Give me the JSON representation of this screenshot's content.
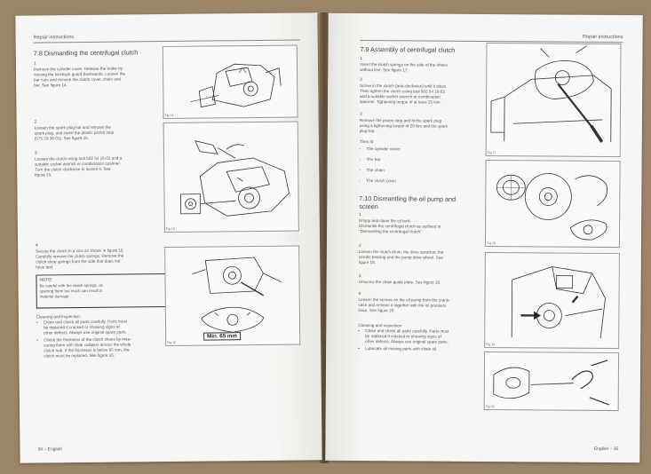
{
  "left": {
    "header": "Repair instructions",
    "section_title": "7.8 Dismantling the centrifugal clutch",
    "step1_num": "1",
    "step1_text": "Remove the cylinder cover. Release the brake by\nmoving the kickback guard backwards. Loosen the\nbar nuts and remove the clutch cover, chain and\nbar. See figure 14.",
    "step2_num": "2",
    "step2_text": "Loosen the spark plug hat and remove the\nspark plug, and insert the plastic piston stop\n(575 29 36-01). See figure 15.",
    "step3_num": "3",
    "step3_text": "Loosen the clutch using tool 502 54 16-02 and a\nsuitable socket wrench or combination spanner.\nTurn the clutch clockwise to loosen it. See\nfigure 15.",
    "step4_num": "4",
    "step4_text": "Secure the clutch in a vice as shown in figure 16.\nCarefully remove the clutch springs. Remove the\nclutch shoe springs from the side that does not\nhave text.",
    "note_title": "NOTE!",
    "note_text": "Be careful with the clutch springs, as\nopening them too much can result in\nmaterial damage.",
    "inspection_title": "Cleaning and inspection",
    "bullet1": "Clean and check all parts carefully. Parts must\nbe replaced if cracked or showing signs of\nother defects. Always use original spare parts.",
    "bullet2": "Check the thickness of the clutch shoes by mea-\nsuring them with slide callipers across the whole\nclutch hub. If the thickness is below 65 mm, the\nclutch must be replaced. See figure 16.",
    "fig14": "Fig 14",
    "fig15": "Fig 15",
    "fig16": "Fig 16",
    "min_label": "Min. 65 mm",
    "footer": "34 – English"
  },
  "right": {
    "header": "Repair instructions",
    "section_title": "7.9 Assembly of centrifugal clutch",
    "step1_num": "1",
    "step1_text": "Insert the clutch springs on the side of the shoes\nwithout text. See figure 17.",
    "step2_num": "2",
    "step2_text": "Screw in the clutch (anti-clockwise) until it stops.\nThen tighten the clutch using tool 502 54 16-02\nand a suitable socket wrench or combination\nspanner. Tightening torque of at least 25 Nm.",
    "step3_num": "3",
    "step3_text": "Remove the piston stop and fit the spark plug\nusing a tightening torque of 20 Nm and the spark\nplug hat.",
    "then_fit": "Then fit:",
    "fit_items": [
      "The cylinder cover",
      "The bar",
      "The chain",
      "The clutch cover"
    ],
    "section2_title": "7.10 Dismantling the oil pump and\nscreen",
    "s2_step1_num": "1",
    "s2_step1_text": "Empty and clean the oil tank.\nDismantle the centrifugal clutch as outlined in\n\"Dismantling the centrifugal clutch\".",
    "s2_step2_num": "2",
    "s2_step2_text": "Loosen the clutch drum, the drive sprocket, the\nneedle bearing and the pump drive wheel. See\nfigure 18.",
    "s2_step3_num": "3",
    "s2_step3_text": "Unscrew the chain guide plate. See figure 19.",
    "s2_step4_num": "4",
    "s2_step4_text": "Loosen the screws on the oil pump from the crank-\ncase and remove it together with the oil pressure\nhose. See figure 20.",
    "inspection_title": "Cleaning and inspection",
    "bullet1": "Clean and check all parts carefully. Parts must\nbe replaced if cracked or showing signs of\nother defects. Always use original spare parts.",
    "bullet2": "Lubricate all moving parts with chain oil.",
    "fig17": "Fig 17",
    "fig18": "Fig 18",
    "fig19": "Fig 19",
    "fig20": "Fig 20",
    "footer": "English – 35"
  },
  "icons": {
    "bullet": "bullet-dot",
    "dash": "dash-mark"
  }
}
